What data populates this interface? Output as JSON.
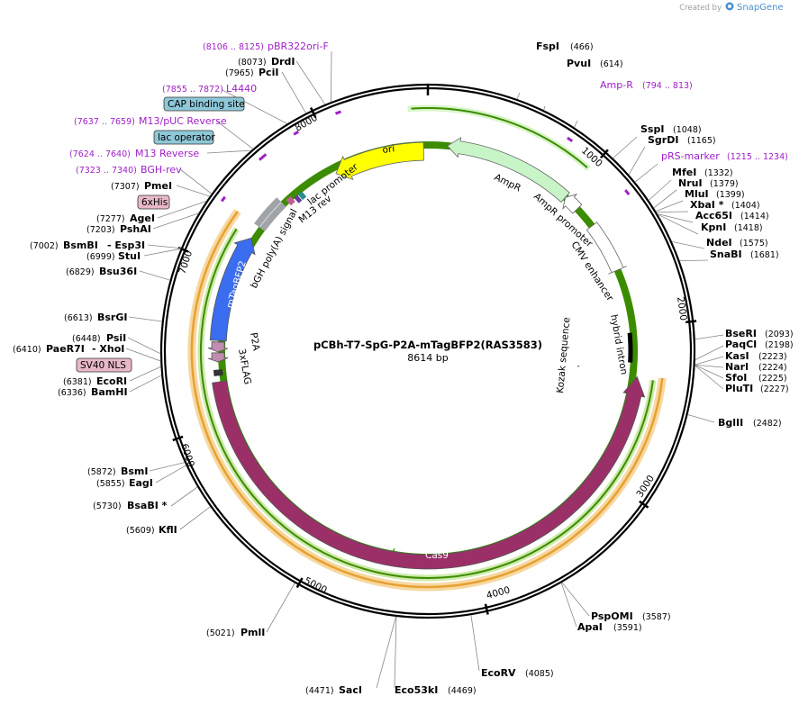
{
  "credit": {
    "prefix": "Created by",
    "brand": "SnapGene"
  },
  "plasmid": {
    "name": "pCBh-T7-SpG-P2A-mTagBFP2(RAS3583)",
    "length_label": "8614 bp"
  },
  "ticks": [
    "1000",
    "2000",
    "3000",
    "4000",
    "5000",
    "6000",
    "7000",
    "8000"
  ],
  "sites": [
    {
      "name": "FspI",
      "pos": "(466)"
    },
    {
      "name": "PvuI",
      "pos": "(614)"
    },
    {
      "name": "SspI",
      "pos": "(1048)"
    },
    {
      "name": "SgrDI",
      "pos": "(1165)"
    },
    {
      "name": "MfeI",
      "pos": "(1332)"
    },
    {
      "name": "NruI",
      "pos": "(1379)"
    },
    {
      "name": "MluI",
      "pos": "(1399)"
    },
    {
      "name": "XbaI *",
      "pos": "(1404)"
    },
    {
      "name": "Acc65I",
      "pos": "(1414)"
    },
    {
      "name": "KpnI",
      "pos": "(1418)"
    },
    {
      "name": "NdeI",
      "pos": "(1575)"
    },
    {
      "name": "SnaBI",
      "pos": "(1681)"
    },
    {
      "name": "BseRI",
      "pos": "(2093)"
    },
    {
      "name": "PaqCI",
      "pos": "(2198)"
    },
    {
      "name": "KasI",
      "pos": "(2223)"
    },
    {
      "name": "NarI",
      "pos": "(2224)"
    },
    {
      "name": "SfoI",
      "pos": "(2225)"
    },
    {
      "name": "PluTI",
      "pos": "(2227)"
    },
    {
      "name": "BglII",
      "pos": "(2482)"
    },
    {
      "name": "PspOMI",
      "pos": "(3587)"
    },
    {
      "name": "ApaI",
      "pos": "(3591)"
    },
    {
      "name": "EcoRV",
      "pos": "(4085)"
    },
    {
      "name": "Eco53kI",
      "pos": "(4469)"
    },
    {
      "name": "SacI",
      "pos": "(4471)"
    },
    {
      "name": "PmlI",
      "pos": "(5021)"
    },
    {
      "name": "KflI",
      "pos": "(5609)"
    },
    {
      "name": "BsaBI *",
      "pos": "(5730)"
    },
    {
      "name": "EagI",
      "pos": "(5855)"
    },
    {
      "name": "BsmI",
      "pos": "(5872)"
    },
    {
      "name": "BamHI",
      "pos": "(6336)"
    },
    {
      "name": "EcoRI",
      "pos": "(6381)"
    },
    {
      "name": "PaeR7I",
      "pos": "(6410)"
    },
    {
      "name": "- XhoI",
      "pos": ""
    },
    {
      "name": "PsiI",
      "pos": "(6448)"
    },
    {
      "name": "BsrGI",
      "pos": "(6613)"
    },
    {
      "name": "Bsu36I",
      "pos": "(6829)"
    },
    {
      "name": "StuI",
      "pos": "(6999)"
    },
    {
      "name": "BsmBI",
      "pos": "(7002)"
    },
    {
      "name": "- Esp3I",
      "pos": ""
    },
    {
      "name": "PshAI",
      "pos": "(7203)"
    },
    {
      "name": "AgeI",
      "pos": "(7277)"
    },
    {
      "name": "PmeI",
      "pos": "(7307)"
    },
    {
      "name": "PciI",
      "pos": "(7965)"
    },
    {
      "name": "DrdI",
      "pos": "(8073)"
    }
  ],
  "primers": [
    {
      "name": "pBR322ori-F",
      "pos": "(8106 .. 8125)"
    },
    {
      "name": "Amp-R",
      "pos": "(794 .. 813)"
    },
    {
      "name": "pRS-marker",
      "pos": "(1215 .. 1234)"
    },
    {
      "name": "L4440",
      "pos": "(7855 .. 7872)"
    },
    {
      "name": "M13/pUC Reverse",
      "pos": "(7637 .. 7659)"
    },
    {
      "name": "M13 Reverse",
      "pos": "(7624 .. 7640)"
    },
    {
      "name": "BGH-rev",
      "pos": "(7323 .. 7340)"
    }
  ],
  "boxed": [
    {
      "name": "CAP binding site",
      "color": "#8ec8d8"
    },
    {
      "name": "lac operator",
      "color": "#8ec8d8"
    },
    {
      "name": "6xHis",
      "color": "#e8b8c8"
    },
    {
      "name": "SV40 NLS",
      "color": "#e8b8c8"
    }
  ],
  "features": {
    "ori": "ori",
    "ampr": "AmpR",
    "ampr_promoter": "AmpR promoter",
    "cmv_enhancer": "CMV enhancer",
    "hybrid_intron": "hybrid intron",
    "kozak": "Kozak sequence",
    "cas9": "Cas9",
    "mtagbfp2": "mTagBFP2",
    "p2a": "P2A",
    "flag": "3xFLAG",
    "bgh": "bGH poly(A) signal",
    "lac_promoter": "lac promoter",
    "m13rev": "M13 rev"
  },
  "colors": {
    "ori": "#ffff00",
    "ampr": "#c8f5c8",
    "cas9": "#9b3068",
    "mtagbfp2": "#3a6df0",
    "p2a": "#c08cb0",
    "bgh": "#a0a4a8",
    "track_green": "#3c8c00",
    "track_orange": "#e8a030",
    "primer": "#a020c8"
  }
}
